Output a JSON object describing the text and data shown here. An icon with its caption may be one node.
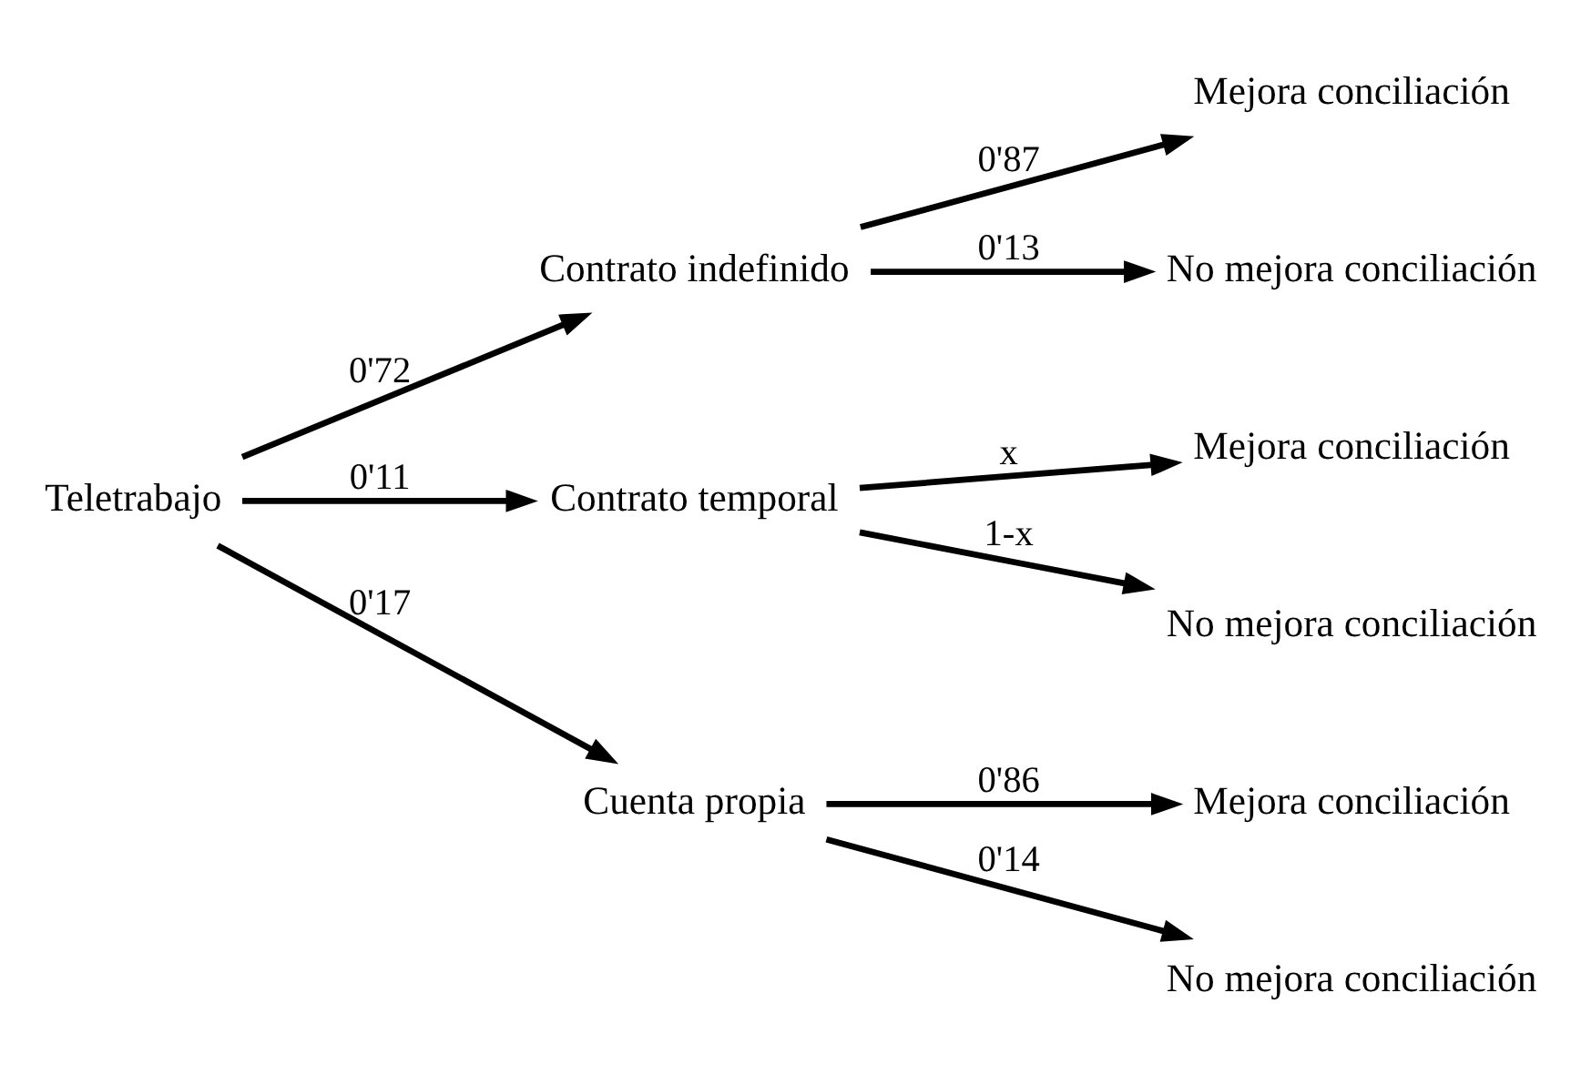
{
  "diagram": {
    "nodes": [
      {
        "text": [
          "Teletrabajo"
        ]
      },
      {
        "text": [
          "Contrato indefinido"
        ]
      },
      {
        "text": [
          "Contrato temporal"
        ]
      },
      {
        "text": [
          "Cuenta propia"
        ]
      },
      {
        "text": [
          "Mejora conciliación"
        ]
      },
      {
        "text": [
          "No mejora conciliación"
        ]
      },
      {
        "text": [
          "Mejora conciliación"
        ]
      },
      {
        "text": [
          "No mejora conciliación"
        ]
      },
      {
        "text": [
          "Mejora conciliación"
        ]
      },
      {
        "text": [
          "No mejora conciliación"
        ]
      }
    ],
    "edges": [
      {
        "from": 0,
        "to": 1,
        "arrow": "to",
        "label": "0'72"
      },
      {
        "from": 0,
        "to": 2,
        "arrow": "to",
        "label": "0'11"
      },
      {
        "from": 0,
        "to": 3,
        "arrow": "to",
        "label": "0'17"
      },
      {
        "from": 1,
        "to": 4,
        "arrow": "to",
        "label": "0'87"
      },
      {
        "from": 1,
        "to": 5,
        "arrow": "to",
        "label": "0'13"
      },
      {
        "from": 2,
        "to": 6,
        "arrow": "to",
        "label": "x"
      },
      {
        "from": 2,
        "to": 7,
        "arrow": "to",
        "label": "1-x"
      },
      {
        "from": 3,
        "to": 8,
        "arrow": "to",
        "label": "0'86"
      },
      {
        "from": 3,
        "to": 9,
        "arrow": "to",
        "label": "0'14"
      }
    ]
  }
}
